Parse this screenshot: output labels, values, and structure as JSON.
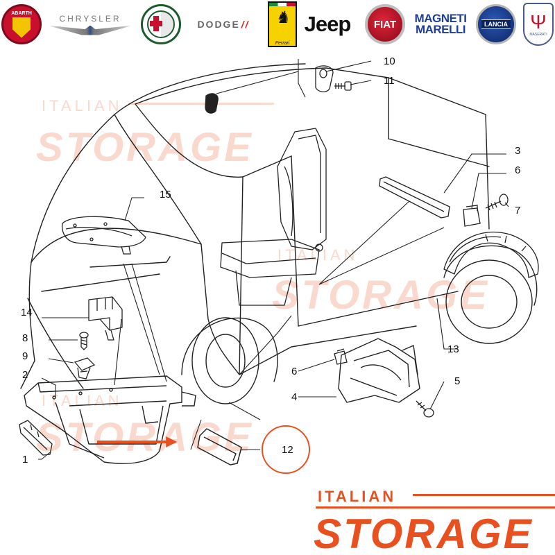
{
  "brands": {
    "abarth": "ABARTH",
    "chrysler": "CHRYSLER",
    "alfa_romeo": "ALFA ROMEO",
    "dodge": "DODGE",
    "ferrari": "Ferrari",
    "jeep": "Jeep",
    "fiat": "FIAT",
    "magneti_marelli_line1": "MAGNETI",
    "magneti_marelli_line2": "MARELLI",
    "lancia": "LANCIA",
    "maserati": "MASERATI"
  },
  "watermark": {
    "word1": "ITALIAN",
    "word2": "STORAGE"
  },
  "brand_footer": {
    "word1": "ITALIAN",
    "word2": "STORAGE",
    "color": "#e8501f"
  },
  "callouts": {
    "c1": "1",
    "c2": "2",
    "c3": "3",
    "c4": "4",
    "c5": "5",
    "c6a": "6",
    "c6b": "6",
    "c7": "7",
    "c8": "8",
    "c9": "9",
    "c10": "10",
    "c11": "11",
    "c12": "12",
    "c13": "13",
    "c14": "14",
    "c15": "15"
  },
  "highlight": {
    "part": "12",
    "color": "#e8501f"
  }
}
